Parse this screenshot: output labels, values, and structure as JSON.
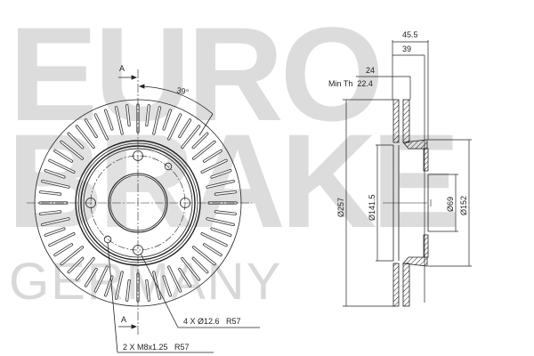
{
  "watermark": {
    "line1": "EURO",
    "line2": "BRAKE",
    "line3": "GERMANY",
    "color": "#dcdcdc"
  },
  "front_view": {
    "section_marker_top": "A",
    "section_marker_bottom": "A",
    "angle_label": "39°",
    "bolt_holes_callout": "4 X Ø12.6   R57",
    "threaded_holes_callout": "2 X M8x1.25   R57"
  },
  "side_view": {
    "overall_height_label": "45.5",
    "hat_height_label": "39",
    "thickness_label": "24",
    "min_thickness_label": "Min Th  22.4",
    "outer_diameter_label": "Ø257",
    "inner_diameter_label": "Ø141.5",
    "center_bore_label": "Ø69",
    "hat_diameter_label": "Ø152"
  },
  "colors": {
    "line": "#222222",
    "watermark": "#dcdcdc"
  }
}
